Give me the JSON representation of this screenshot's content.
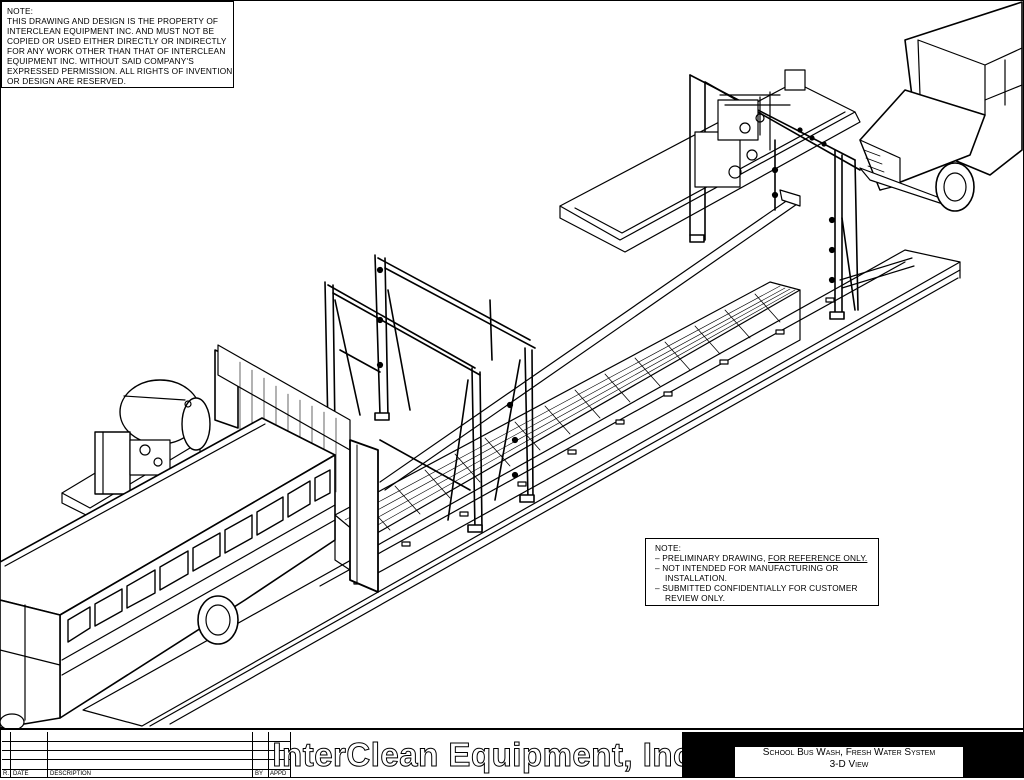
{
  "notes": {
    "top_left": {
      "heading": "NOTE:",
      "lines": [
        "THIS DRAWING AND DESIGN IS THE PROPERTY OF",
        "INTERCLEAN EQUIPMENT INC. AND MUST NOT BE",
        "COPIED OR USED EITHER DIRECTLY OR INDIRECTLY",
        "FOR ANY WORK OTHER THAN THAT OF INTERCLEAN",
        "EQUIPMENT INC. WITHOUT SAID COMPANY'S",
        "EXPRESSED PERMISSION. ALL RIGHTS OF INVENTION",
        "OR DESIGN ARE RESERVED."
      ]
    },
    "bottom_right": {
      "heading": "NOTE:",
      "line1_prefix": "– PRELIMINARY DRAWING, ",
      "line1_underlined": "FOR REFERENCE ONLY.",
      "line2": "– NOT INTENDED FOR MANUFACTURING OR",
      "line3": "INSTALLATION.",
      "line4": "– SUBMITTED CONFIDENTIALLY FOR CUSTOMER",
      "line5": "REVIEW ONLY."
    }
  },
  "title_block": {
    "rev_headers": {
      "rev": "R.",
      "date": "DATE",
      "description": "DESCRIPTION",
      "by": "BY",
      "appd": "APPD"
    },
    "company": "InterClean Equipment, Inc.",
    "title_line1": "School Bus Wash, Fresh Water System",
    "title_line2": "3-D View"
  }
}
